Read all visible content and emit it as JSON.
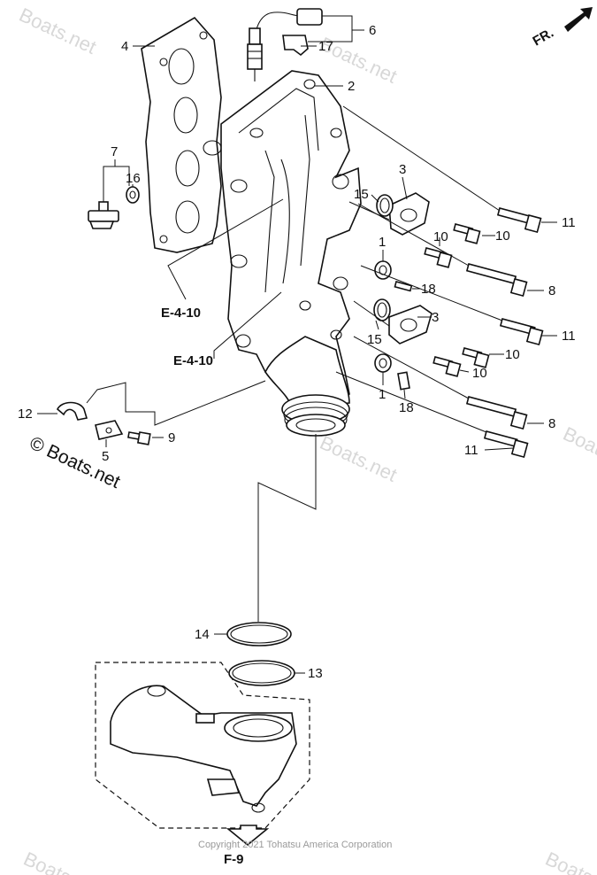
{
  "direction_label": "FR.",
  "parts": {
    "p1a": "1",
    "p1b": "1",
    "p2": "2",
    "p3a": "3",
    "p3b": "3",
    "p4": "4",
    "p5": "5",
    "p6": "6",
    "p7": "7",
    "p8a": "8",
    "p8b": "8",
    "p9": "9",
    "p10a": "10",
    "p10b": "10",
    "p10c": "10",
    "p10d": "10",
    "p11a": "11",
    "p11b": "11",
    "p11c": "11",
    "p12": "12",
    "p13": "13",
    "p14": "14",
    "p15a": "15",
    "p15b": "15",
    "p16": "16",
    "p17": "17",
    "p18a": "18",
    "p18b": "18"
  },
  "refs": {
    "upper": "E-4-10",
    "lower": "E-4-10",
    "bottom": "F-9"
  },
  "watermark": "Boats.net",
  "watermark_main": "© Boats.net",
  "copyright": "Copyright 2021 Tohatsu America Corporation"
}
